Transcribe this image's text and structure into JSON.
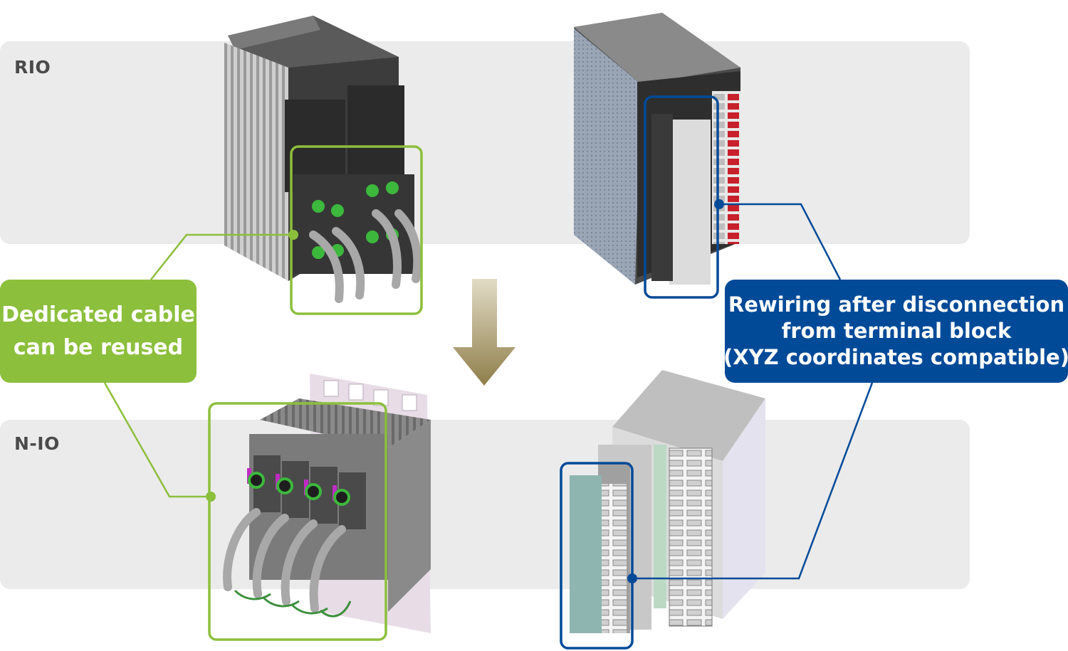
{
  "bands": {
    "rio_label": "RIO",
    "nio_label": "N-IO"
  },
  "callouts": {
    "green_lines": [
      "Dedicated cable",
      "can be reused"
    ],
    "blue_lines": [
      "Rewiring after disconnection",
      "from terminal block",
      "(XYZ coordinates compatible)"
    ]
  },
  "colors": {
    "band_background": "#ebebeb",
    "green_accent": "#8cbf3c",
    "blue_accent": "#004a98",
    "arrow_gold": "#b0a070",
    "label_text": "#4a4a4a"
  },
  "icons": {
    "transition": "down-arrow-icon"
  }
}
